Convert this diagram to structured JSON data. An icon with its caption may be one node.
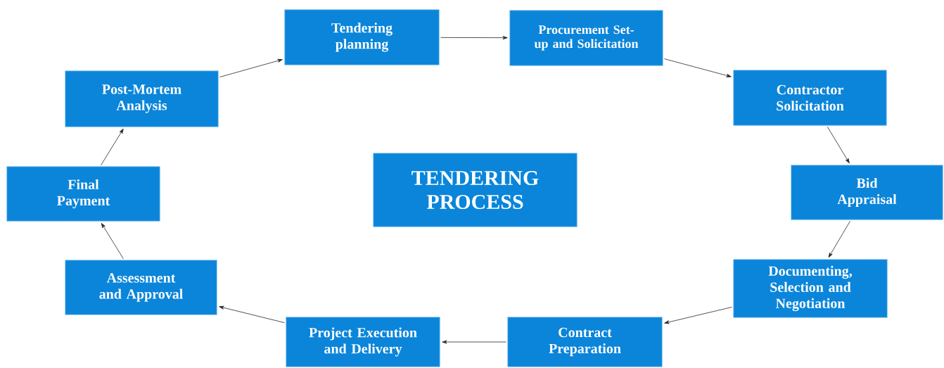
{
  "diagram": {
    "nodes": [
      {
        "text": [
          "TENDERING PROCESS"
        ]
      },
      {
        "text": [
          "Tendering planning"
        ]
      },
      {
        "text": [
          "Procurement Set-up and Solicitation"
        ]
      },
      {
        "text": [
          "Contractor Solicitation"
        ]
      },
      {
        "text": [
          "Bid Appraisal"
        ]
      },
      {
        "text": [
          "Documenting, Selection and Negotiation"
        ]
      },
      {
        "text": [
          "Contract Preparation"
        ]
      },
      {
        "text": [
          "Project Execution and Delivery"
        ]
      },
      {
        "text": [
          "Assessment and Approval"
        ]
      },
      {
        "text": [
          "Final Payment"
        ]
      },
      {
        "text": [
          "Post-Mortem Analysis"
        ]
      }
    ],
    "edges": [
      {
        "from": 1,
        "to": 2,
        "arrow": "to"
      },
      {
        "from": 2,
        "to": 3,
        "arrow": "to"
      },
      {
        "from": 3,
        "to": 4,
        "arrow": "to"
      },
      {
        "from": 4,
        "to": 5,
        "arrow": "to"
      },
      {
        "from": 5,
        "to": 6,
        "arrow": "to"
      },
      {
        "from": 6,
        "to": 7,
        "arrow": "to"
      },
      {
        "from": 7,
        "to": 8,
        "arrow": "to"
      },
      {
        "from": 8,
        "to": 9,
        "arrow": "to"
      },
      {
        "from": 9,
        "to": 10,
        "arrow": "to"
      },
      {
        "from": 10,
        "to": 1,
        "arrow": "to"
      }
    ]
  }
}
